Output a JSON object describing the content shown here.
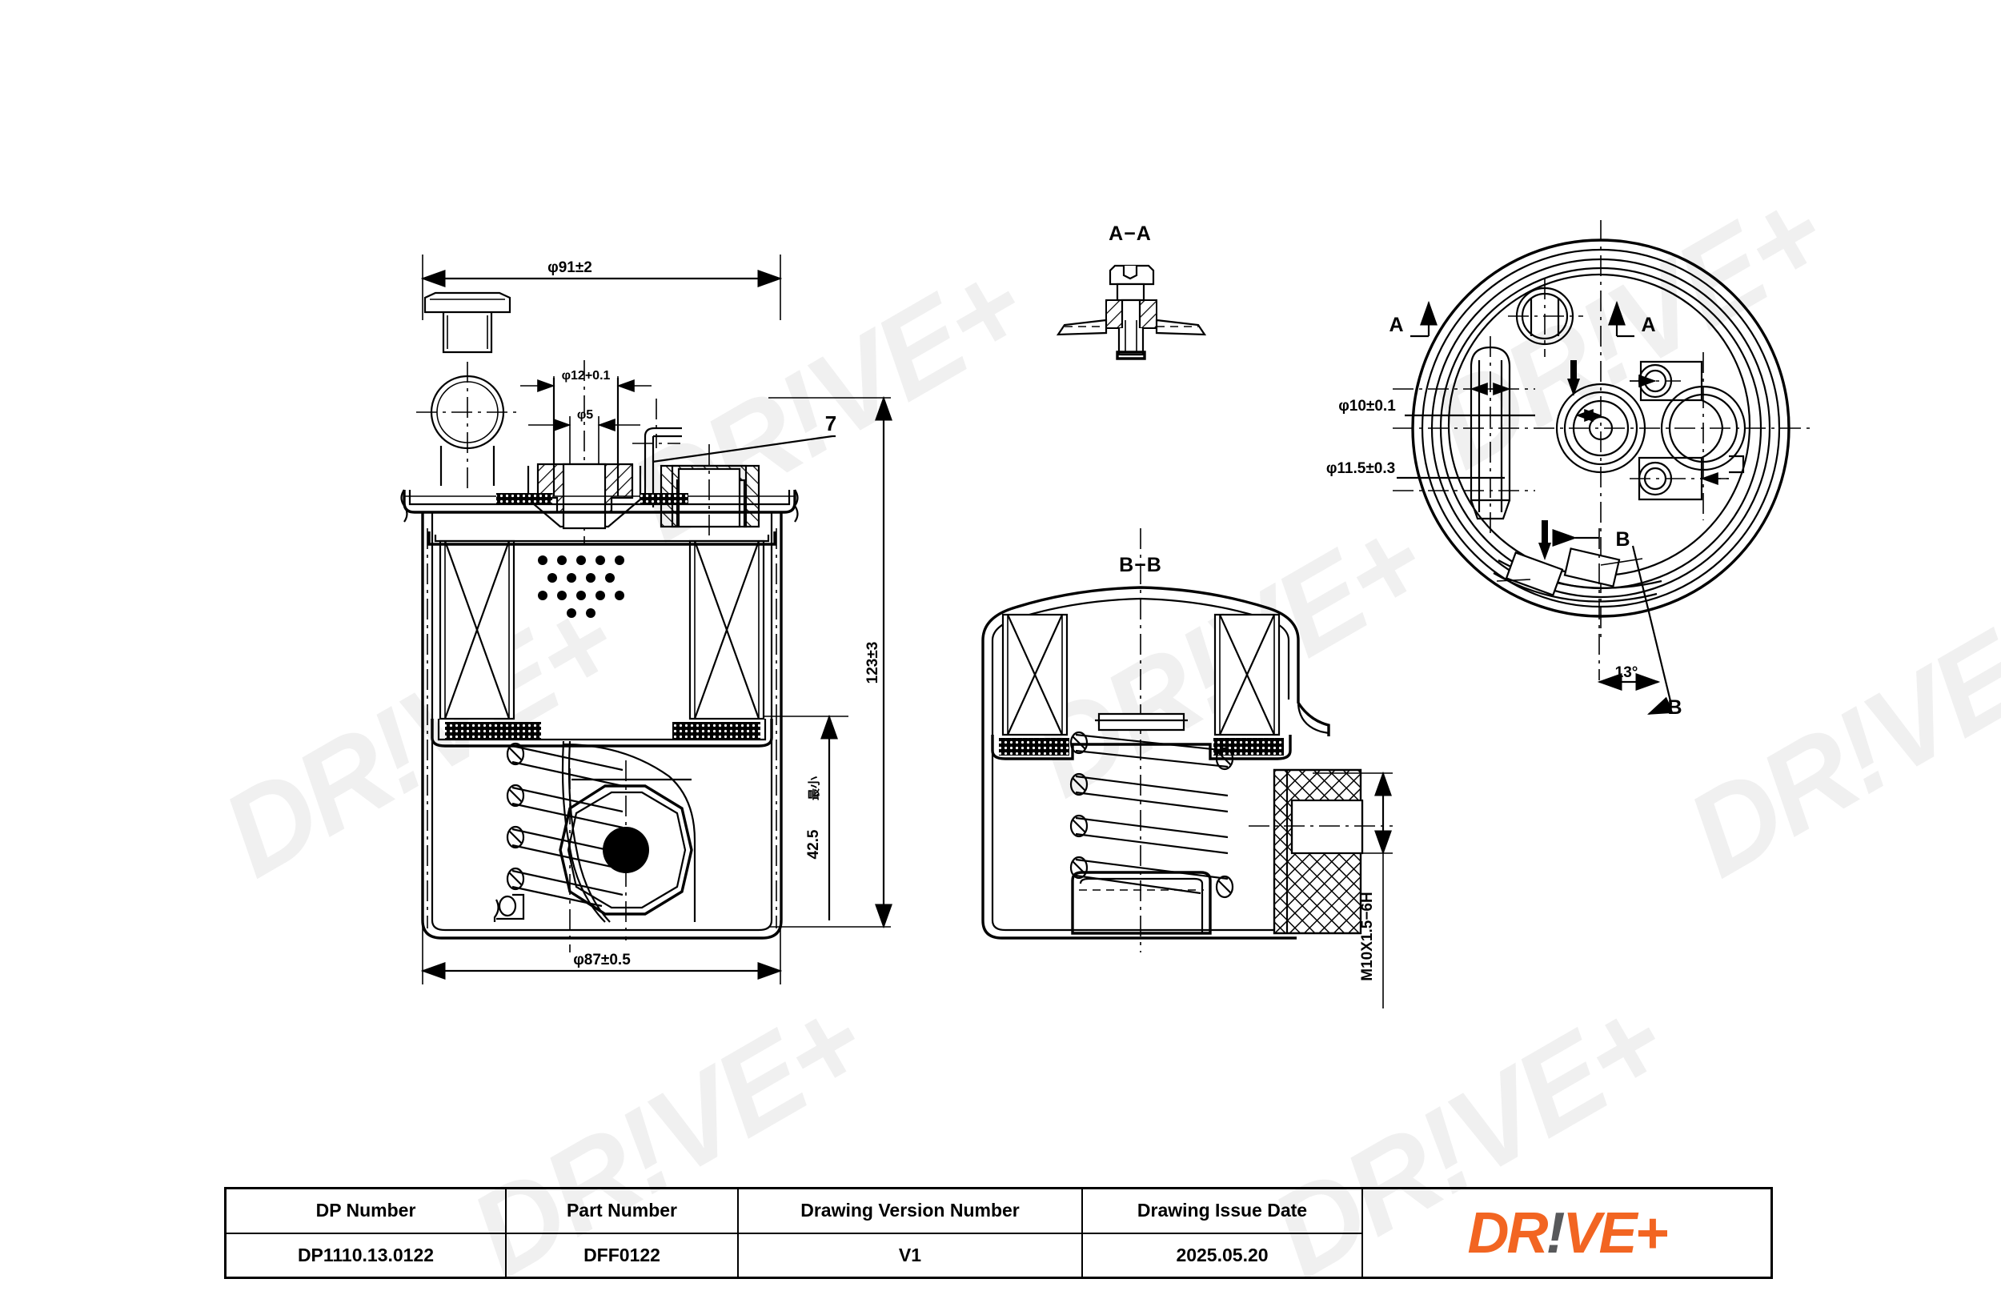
{
  "drawing": {
    "type": "engineering-drawing",
    "subject": "fuel filter assembly",
    "views": [
      {
        "id": "main-section",
        "label": ""
      },
      {
        "id": "section-aa",
        "label": "A−A"
      },
      {
        "id": "section-bb",
        "label": "B−B"
      },
      {
        "id": "end-view",
        "label": ""
      }
    ],
    "dimensions": {
      "outer_diameter_top": "φ91±2",
      "body_diameter": "φ87±0.5",
      "port_bore": "φ12+0.1",
      "small_bore": "φ5",
      "overall_height": "123±3",
      "min_height": "42.5",
      "min_height_note": "最小",
      "hole_a": "φ10±0.1",
      "hole_b": "φ11.5±0.3",
      "thread": "M10X1.5−6H",
      "angle": "13°"
    },
    "balloons": [
      "7"
    ],
    "section_marks": {
      "a_left": "A",
      "a_right": "A",
      "b_top": "B",
      "b_bottom": "B"
    },
    "watermark_text": "DR!VE+"
  },
  "title_block": {
    "columns": [
      {
        "header": "DP Number",
        "value": "DP1110.13.0122"
      },
      {
        "header": "Part Number",
        "value": "DFF0122"
      },
      {
        "header": "Drawing Version Number",
        "value": "V1"
      },
      {
        "header": "Drawing Issue Date",
        "value": "2025.05.20"
      }
    ],
    "logo": {
      "part1": "DR",
      "accent": "!",
      "part2": "VE+",
      "accent_color": "#58595B",
      "brand_color": "#F26522"
    }
  }
}
